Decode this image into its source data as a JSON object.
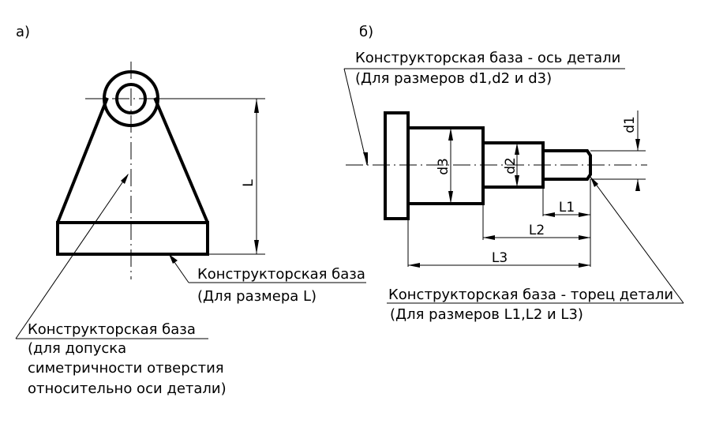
{
  "part_a": {
    "label": "а)",
    "dim_L": "L",
    "base_bottom": {
      "title": "Конструкторская база",
      "note": "(Для размера L)"
    },
    "base_axis": {
      "title": "Конструкторская база",
      "lines": [
        "(для допуска",
        "симетричности отверстия",
        "относительно оси детали)"
      ]
    }
  },
  "part_b": {
    "label": "б)",
    "base_axis": {
      "title": "Конструкторская база - ось детали",
      "note": "(Для размеров d1,d2 и d3)"
    },
    "base_face": {
      "title": "Конструкторская база - торец детали",
      "note": "(Для размеров L1,L2 и L3)"
    },
    "dims": {
      "d1": "d1",
      "d2": "d2",
      "d3": "d3",
      "L1": "L1",
      "L2": "L2",
      "L3": "L3"
    }
  }
}
